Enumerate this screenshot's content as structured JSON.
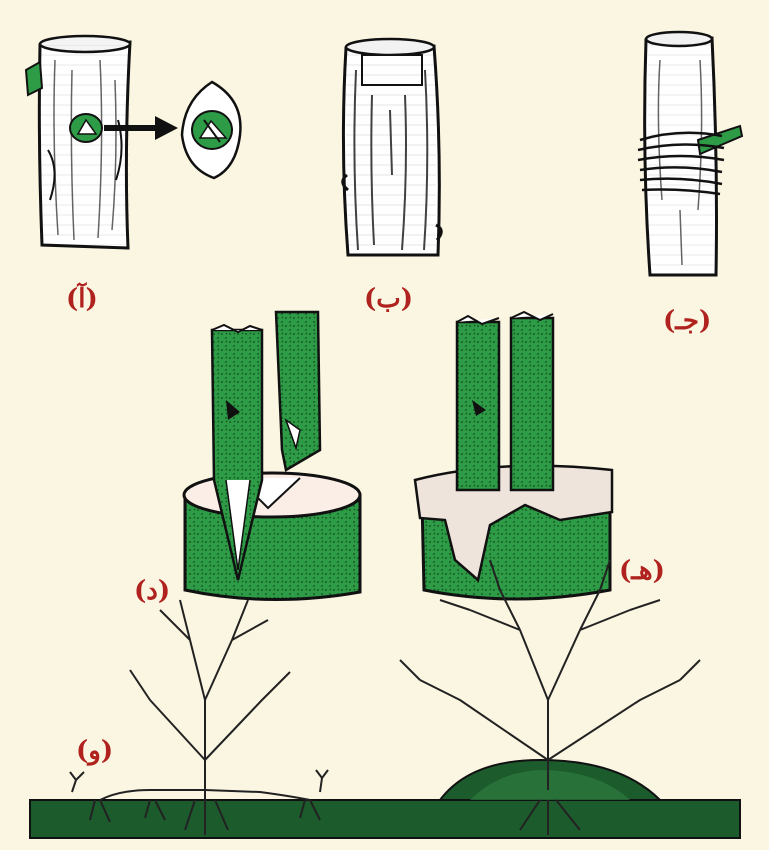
{
  "figure": {
    "labels": {
      "a": "(آ)",
      "b": "(ب)",
      "c": "(جـ)",
      "d": "(د)",
      "e": "(هـ)",
      "f": "(و)"
    }
  },
  "colors": {
    "background": "#fbf6e2",
    "label": "#b0221e",
    "green": "#2e9b46",
    "dark_green": "#1c5b2c",
    "ink": "#1a1a1a",
    "wax": "#efe4dc"
  }
}
